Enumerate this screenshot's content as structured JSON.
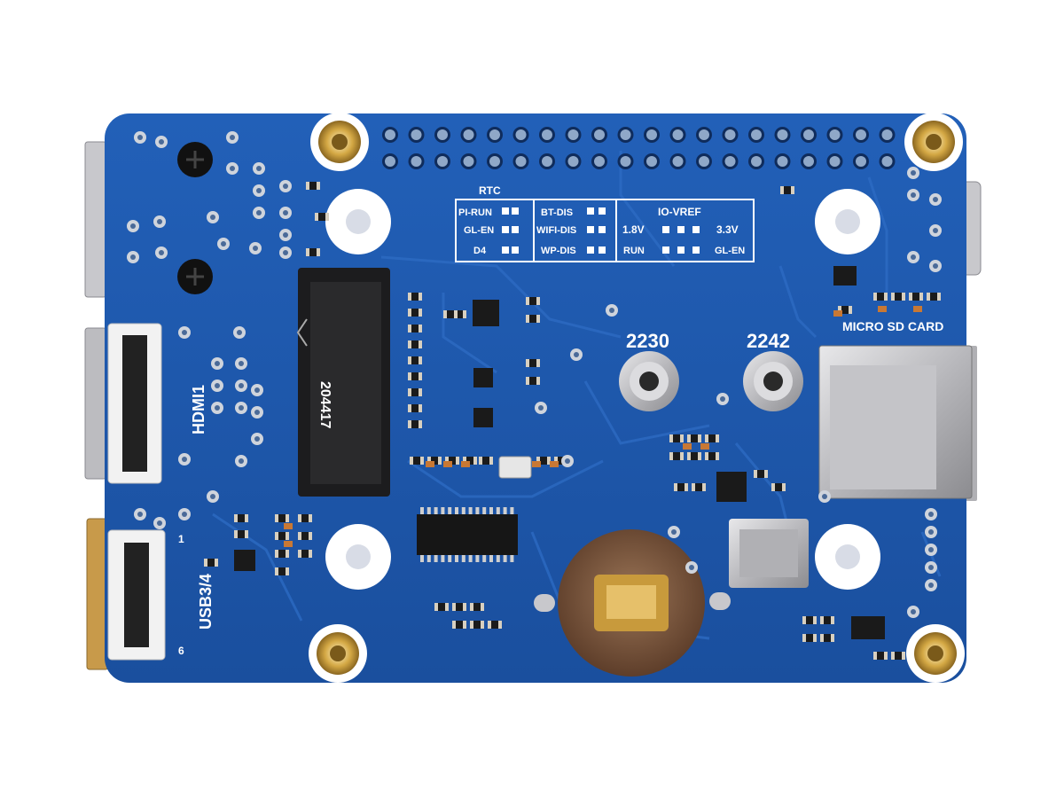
{
  "board": {
    "pcb_color": "#1f56a8",
    "label_rtc": "RTC",
    "label_pi_run": "PI-RUN",
    "label_gl_en": "GL-EN",
    "label_d4": "D4",
    "label_bt_dis": "BT-DIS",
    "label_wifi_dis": "WIFI-DIS",
    "label_wp_dis": "WP-DIS",
    "label_io_vref": "IO-VREF",
    "label_1v8": "1.8V",
    "label_3v3": "3.3V",
    "label_run": "RUN",
    "label_gl_en2": "GL-EN",
    "label_2230": "2230",
    "label_2242": "2242",
    "label_micro_sd": "MICRO SD CARD",
    "label_hdmi1": "HDMI1",
    "label_usb34": "USB3/4",
    "label_m2_chip": "204417",
    "pin_one": "1",
    "pin_six": "6"
  }
}
